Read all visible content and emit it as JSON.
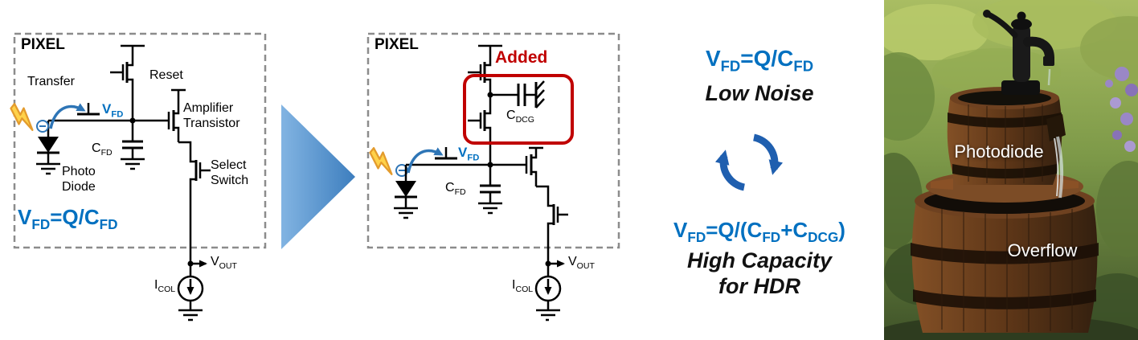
{
  "colors": {
    "accent_blue": "#0070C0",
    "accent_red": "#C00000",
    "wire_black": "#000000",
    "transition_arrow_blue": "#4E95D9",
    "cycle_arrow_blue": "#1F5FAF",
    "charge_arrow_blue": "#2E75B6",
    "lightning_yellow": "#FFD24A"
  },
  "circuit1": {
    "title": "PIXEL",
    "transfer_label": "Transfer",
    "reset_label": "Reset",
    "vfd": {
      "base": "V",
      "sub": "FD"
    },
    "cfd": {
      "base": "C",
      "sub": "FD"
    },
    "amplifier": {
      "line1": "Amplifier",
      "line2": "Transistor"
    },
    "select": {
      "line1": "Select",
      "line2": "Switch"
    },
    "photodiode": {
      "line1": "Photo",
      "line2": "Diode"
    },
    "equation": {
      "p1": "V",
      "s1": "FD",
      "p2": "=Q/C",
      "s2": "FD"
    },
    "vout": {
      "base": "V",
      "sub": "OUT"
    },
    "icol": {
      "base": "I",
      "sub": "COL"
    }
  },
  "circuit2": {
    "title": "PIXEL",
    "added_label": "Added",
    "vfd": {
      "base": "V",
      "sub": "FD"
    },
    "cfd": {
      "base": "C",
      "sub": "FD"
    },
    "cdcg": {
      "base": "C",
      "sub": "DCG"
    },
    "vout": {
      "base": "V",
      "sub": "OUT"
    },
    "icol": {
      "base": "I",
      "sub": "COL"
    }
  },
  "explanation": {
    "eq_low": {
      "p1": "V",
      "s1": "FD",
      "p2": "=Q/C",
      "s2": "FD"
    },
    "benefit_low": "Low Noise",
    "eq_high": {
      "p1": "V",
      "s1": "FD",
      "p2": "=Q/(C",
      "s2": "FD",
      "p3": "+C",
      "s3": "DCG",
      "p4": ")"
    },
    "benefit_high_line1": "High Capacity",
    "benefit_high_line2": "for HDR"
  },
  "photo": {
    "upper_label": "Photodiode",
    "lower_label": "Overflow"
  }
}
